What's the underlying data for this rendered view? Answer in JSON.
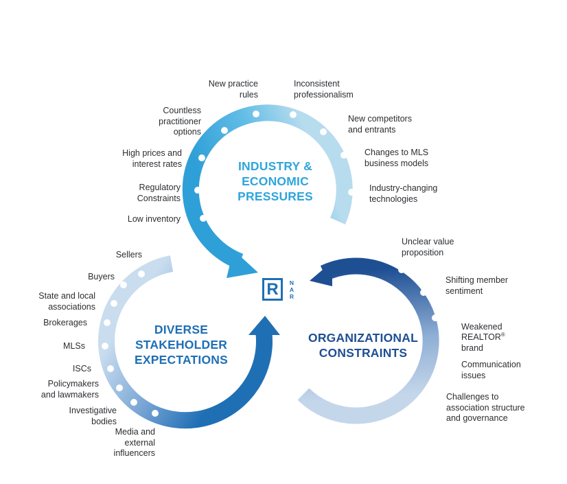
{
  "colors": {
    "industry_dark": "#2f9fd8",
    "industry_light": "#b7dcee",
    "stakeholder_dark": "#1f6fb5",
    "stakeholder_light": "#c9ddef",
    "org_dark": "#1e4f93",
    "org_light": "#b9cfe6",
    "title_industry": "#2ea5dd",
    "title_stakeholder": "#1f6fb5",
    "title_org": "#1e4f93",
    "logo": "#1f6fb5"
  },
  "logo": {
    "letter": "R",
    "text": "NAR"
  },
  "industry": {
    "title": "INDUSTRY &\nECONOMIC\nPRESSURES",
    "items": [
      "New practice\nrules",
      "Inconsistent\nprofessionalism",
      "Countless\npractitioner\noptions",
      "New competitors\nand entrants",
      "High prices and\ninterest rates",
      "Changes to MLS\nbusiness models",
      "Regulatory\nConstraints",
      "Industry-changing\ntechnologies",
      "Low inventory"
    ]
  },
  "stakeholder": {
    "title": "DIVERSE\nSTAKEHOLDER\nEXPECTATIONS",
    "items": [
      "Sellers",
      "Buyers",
      "State and local\nassociations",
      "Brokerages",
      "MLSs",
      "ISCs",
      "Policymakers\nand lawmakers",
      "Investigative\nbodies",
      "Media and\nexternal\ninfluencers"
    ]
  },
  "org": {
    "title": "ORGANIZATIONAL\nCONSTRAINTS",
    "items": [
      "Unclear value\nproposition",
      "Shifting member\nsentiment",
      "Weakened\nREALTOR",
      "brand",
      "Communication\nissues",
      "Challenges to\nassociation structure\nand governance"
    ],
    "reg_mark": "®"
  }
}
